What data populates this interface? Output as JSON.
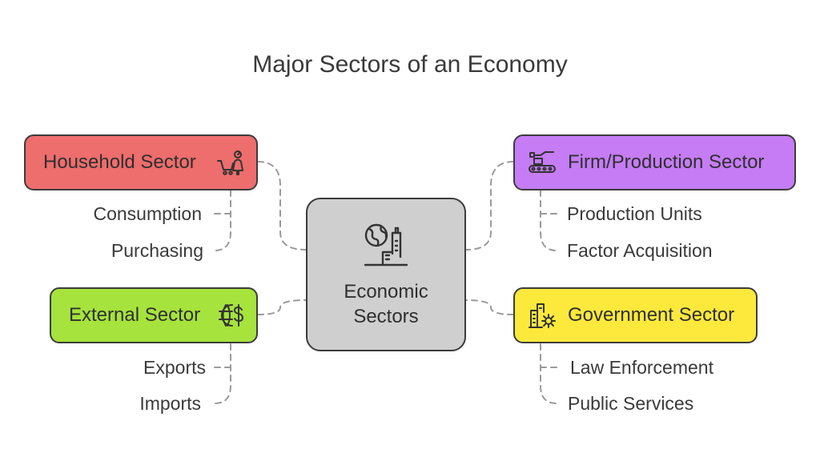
{
  "title": "Major Sectors of an Economy",
  "center": {
    "label": "Economic Sectors",
    "icon": "globe-city-icon",
    "color": "#cfcfcf"
  },
  "sectors": [
    {
      "label": "Household Sector",
      "icon": "shopping-cart-person-icon",
      "color": "#ee6d6d",
      "items": [
        "Consumption",
        "Purchasing"
      ]
    },
    {
      "label": "External Sector",
      "icon": "globe-dollar-icon",
      "color": "#a6e33c",
      "items": [
        "Exports",
        "Imports"
      ]
    },
    {
      "label": "Firm/Production Sector",
      "icon": "conveyor-robot-arm-icon",
      "color": "#c57cf5",
      "items": [
        "Production Units",
        "Factor Acquisition"
      ]
    },
    {
      "label": "Government Sector",
      "icon": "building-gear-icon",
      "color": "#fde93b",
      "items": [
        "Law Enforcement",
        "Public Services"
      ]
    }
  ]
}
